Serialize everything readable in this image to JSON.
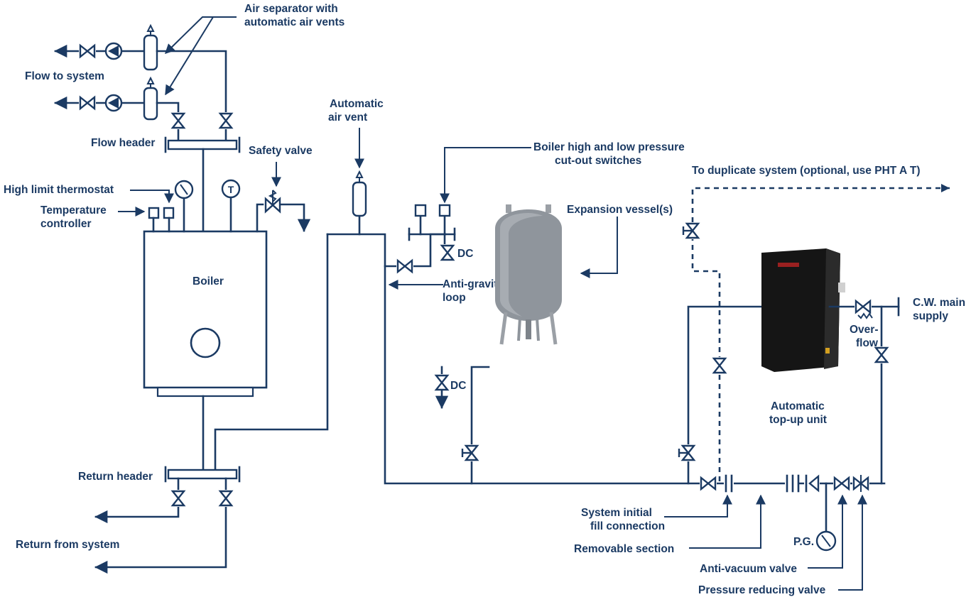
{
  "colors": {
    "ink": "#1b3a63",
    "vessel": "#8f959c",
    "unit": "#151515"
  },
  "labels": {
    "air_separator": [
      "Air separator with",
      "automatic air vents"
    ],
    "flow_to_system": "Flow to system",
    "flow_header": "Flow header",
    "safety_valve": "Safety valve",
    "high_limit": "High limit thermostat",
    "temp_controller": [
      "Temperature",
      "controller"
    ],
    "boiler": "Boiler",
    "auto_air_vent": [
      "Automatic",
      "air vent"
    ],
    "pressure_switches": [
      "Boiler high and low pressure",
      "cut-out switches"
    ],
    "expansion_vessel": "Expansion vessel(s)",
    "dc1": "DC",
    "dc2": "DC",
    "anti_gravity": [
      "Anti-gravity",
      "loop"
    ],
    "duplicate": "To duplicate system (optional, use PHT A T)",
    "cw_main": [
      "C.W. main",
      "supply"
    ],
    "overflow": [
      "Over-",
      "flow"
    ],
    "top_up": [
      "Automatic",
      "top-up unit"
    ],
    "return_header": "Return header",
    "return_from": "Return from system",
    "initial_fill": [
      "System initial",
      "fill connection"
    ],
    "removable": "Removable section",
    "pg": "P.G.",
    "anti_vacuum": "Anti-vacuum valve",
    "prv": "Pressure reducing valve"
  },
  "gauges": {
    "thermometer_letter": "T"
  }
}
